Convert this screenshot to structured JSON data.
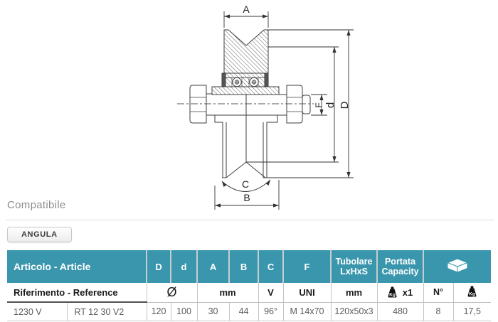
{
  "diagram": {
    "labels": {
      "A": "A",
      "B": "B",
      "C": "C",
      "D": "D",
      "d": "d",
      "F": "F"
    }
  },
  "compatible": {
    "title": "Compatibile",
    "brand_button": "ANGULA"
  },
  "table": {
    "header": {
      "article": "Articolo - Article",
      "cols": [
        "D",
        "d",
        "A",
        "B",
        "C",
        "F"
      ],
      "tubolare_line1": "Tubolare",
      "tubolare_line2": "LxHxS",
      "portata_line1": "Portata",
      "portata_line2": "Capacity"
    },
    "subheader": {
      "reference": "Riferimento - Reference",
      "diameter": "Ø",
      "mm_ab": "mm",
      "v": "V",
      "uni": "UNI",
      "mm_tub": "mm",
      "x1": "x1",
      "n_deg": "N°",
      "kg_badge": "Kg"
    },
    "row": {
      "code": "1230 V",
      "reference": "RT 12 30 V2",
      "d_outer": "120",
      "d_inner": "100",
      "a": "30",
      "b": "44",
      "c": "96°",
      "f": "M 14x70",
      "tubolare": "120x50x3",
      "capacity": "480",
      "n": "8",
      "weight": "17,5"
    }
  },
  "colors": {
    "accent_teal": "#3a96ad",
    "drawing_line": "#3f3f3f",
    "icon_black": "#111111"
  }
}
